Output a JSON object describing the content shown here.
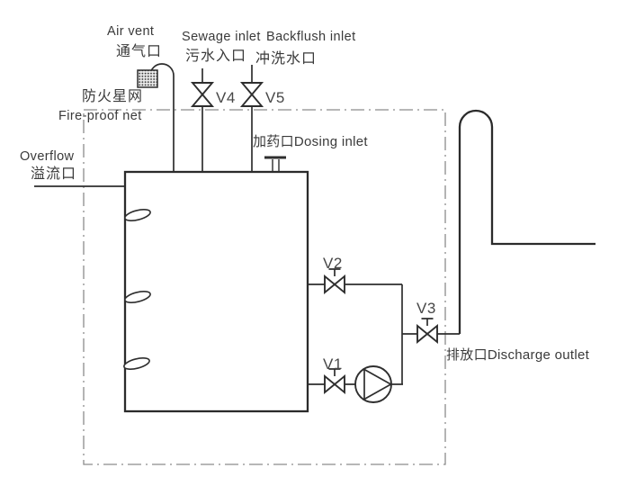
{
  "diagram_type": "piping-and-instrumentation-schematic",
  "labels": {
    "air_vent": {
      "en": "Air vent",
      "zh": "通气口"
    },
    "sewage_inlet": {
      "en": "Sewage inlet",
      "zh": "污水入口"
    },
    "backflush_inlet": {
      "en": "Backflush inlet",
      "zh": "冲洗水口"
    },
    "fireproof_net": {
      "zh": "防火星网",
      "en": "Fire-proof net"
    },
    "overflow": {
      "en": "Overflow",
      "zh": "溢流口"
    },
    "dosing_inlet": {
      "text": "加药口Dosing inlet"
    },
    "discharge_outlet": {
      "text": "排放口Discharge outlet"
    }
  },
  "valves": {
    "v1": "V1",
    "v2": "V2",
    "v3": "V3",
    "v4": "V4",
    "v5": "V5"
  },
  "equipment": {
    "tank": "storage tank",
    "pump": "centrifugal pump",
    "fireproof_net": "fire-proof net on air vent",
    "discharge_gooseneck": "gooseneck discharge pipe",
    "enclosure": "dash-dot boundary box"
  },
  "colors": {
    "line": "#2e2e2e",
    "boundary_dash": "#8c8c8c",
    "text": "#3a3a3a",
    "background": "#ffffff"
  }
}
